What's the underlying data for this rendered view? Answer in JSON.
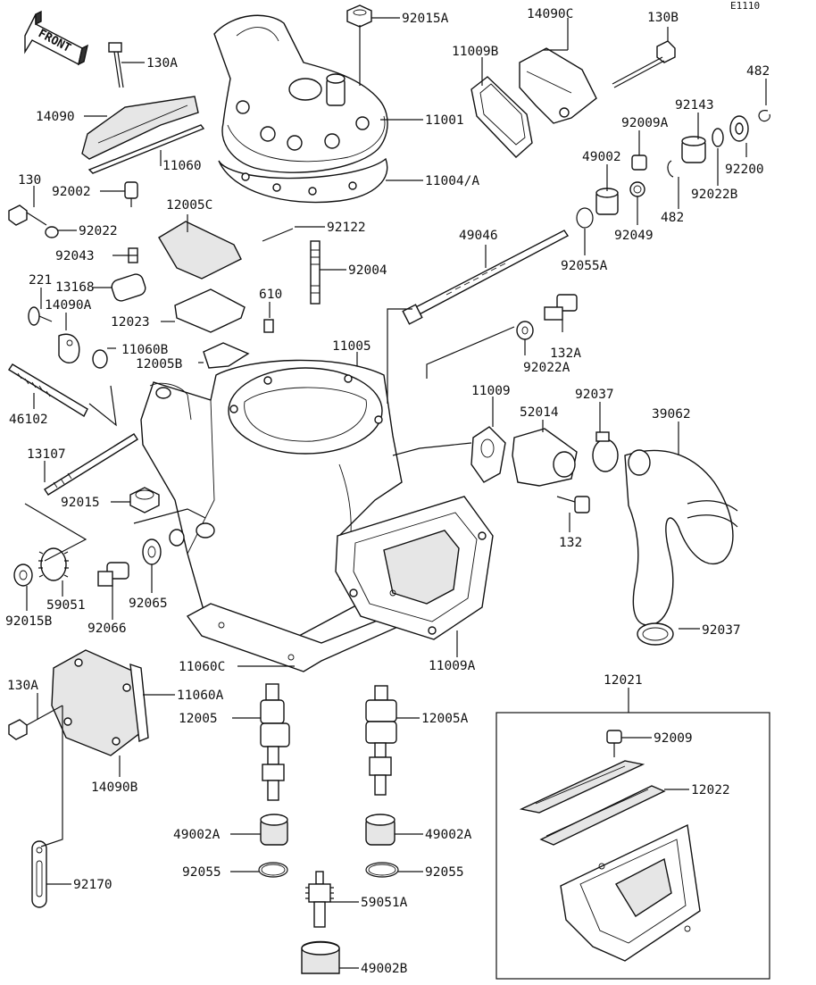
{
  "diagram_code": "E1110",
  "front_label": "FRONT",
  "labels": {
    "p92015A": "92015A",
    "p14090C": "14090C",
    "p130B": "130B",
    "p130A": "130A",
    "p11009B": "11009B",
    "p482a": "482",
    "p14090": "14090",
    "p11001": "11001",
    "p92143": "92143",
    "p92009A": "92009A",
    "p49002": "49002",
    "p11060": "11060",
    "p92200": "92200",
    "p11004A": "11004/A",
    "p92022B": "92022B",
    "p130": "130",
    "p482b": "482",
    "p92002": "92002",
    "p12005C": "12005C",
    "p92022": "92022",
    "p92049": "92049",
    "p92122": "92122",
    "p49046": "49046",
    "p92043": "92043",
    "p92055A": "92055A",
    "p92004": "92004",
    "p221": "221",
    "p13168": "13168",
    "p610": "610",
    "p14090A": "14090A",
    "p12023": "12023",
    "p132A": "132A",
    "p11060B": "11060B",
    "p11005": "11005",
    "p12005B": "12005B",
    "p92022A": "92022A",
    "p11009": "11009",
    "p92037a": "92037",
    "p52014": "52014",
    "p39062": "39062",
    "p46102": "46102",
    "p13107": "13107",
    "p92015": "92015",
    "p132": "132",
    "p59051": "59051",
    "p92065": "92065",
    "p92015B": "92015B",
    "p92066": "92066",
    "p92037b": "92037",
    "p11060C": "11060C",
    "p11009A": "11009A",
    "p12021": "12021",
    "p130A2": "130A",
    "p11060A": "11060A",
    "p12005": "12005",
    "p12005A": "12005A",
    "p92009": "92009",
    "p14090B": "14090B",
    "p12022": "12022",
    "p49002A_l": "49002A",
    "p49002A_r": "49002A",
    "p92055_l": "92055",
    "p92055_r": "92055",
    "p92170": "92170",
    "p59051A": "59051A",
    "p49002B": "49002B"
  }
}
